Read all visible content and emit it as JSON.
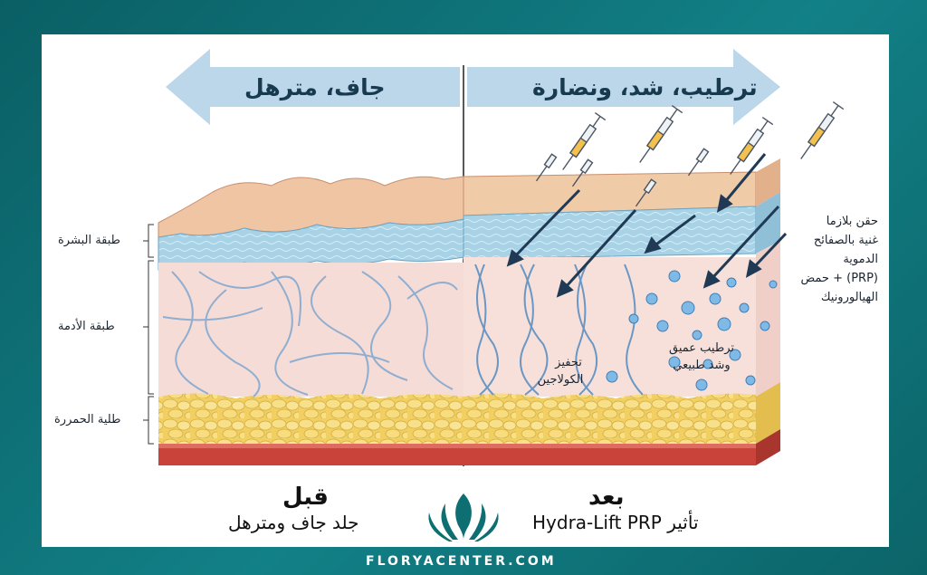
{
  "brand": {
    "name": "FLORYA",
    "sub": "CENTER",
    "website": "FLORYACENTER.COM"
  },
  "arrows": {
    "left_text": "جاف، مترهل",
    "right_text": "ترطيب، شد، ونضارة"
  },
  "layers": {
    "epidermis": "طبقة البشرة",
    "dermis": "طبقة الأدمة",
    "hypodermis": "طلية الحمررة"
  },
  "annotations": {
    "collagen_line1": "تحفيز",
    "collagen_line2": "الكولاجين",
    "hydration_line1": "ترطيب عميق",
    "hydration_line2": "وشد طبيعي",
    "injection_lines": [
      "حقن بلازما",
      "غنية بالصفائح",
      "الدموية",
      "(PRP) + حمض",
      "الهيالورونيك"
    ]
  },
  "before": {
    "title": "قبل",
    "subtitle": "جلد جاف ومترهل"
  },
  "after": {
    "title": "بعد",
    "subtitle": "تأثير Hydra-Lift PRP"
  },
  "colors": {
    "frame": "#0e6f73",
    "arrow": "#bcd6ea",
    "epidermis": "#a9d2e6",
    "dermis": "#f6dcd6",
    "fat": "#f3d46a",
    "muscle": "#c9433b"
  }
}
